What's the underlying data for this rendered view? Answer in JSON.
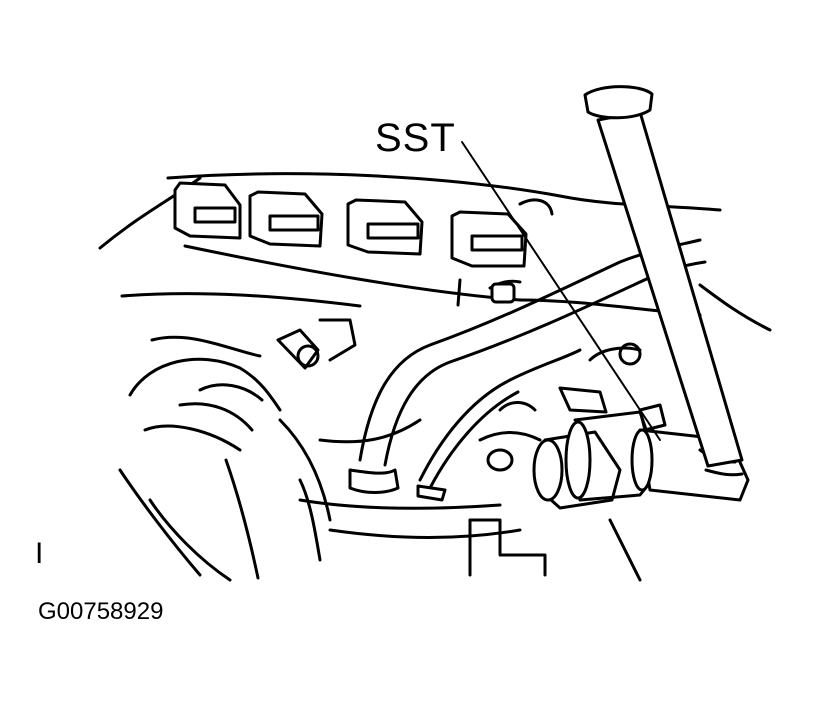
{
  "figure": {
    "callout_label": "SST",
    "corner_marker": "I",
    "figure_code": "G00758929"
  },
  "colors": {
    "line": "#000000",
    "background": "#ffffff"
  }
}
